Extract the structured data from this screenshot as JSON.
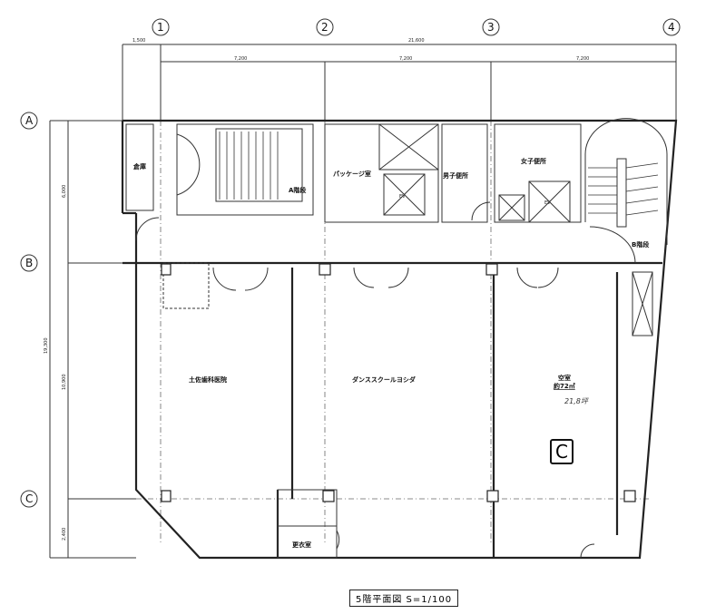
{
  "grid": {
    "columns": [
      "1",
      "2",
      "3",
      "4"
    ],
    "rows": [
      "A",
      "B",
      "C"
    ]
  },
  "dimensions": {
    "top_total": "21,600",
    "top_left": "1,500",
    "top_spans": [
      "7,200",
      "7,200",
      "7,200"
    ],
    "left_total": "19,300",
    "left_spans": [
      "6,000",
      "10,900",
      "2,400"
    ]
  },
  "rooms": {
    "storage": "倉庫",
    "stair_a": "A階段",
    "package": "パッケージ室",
    "mens_wc": "男子便所",
    "womens_wc": "女子便所",
    "stair_b": "B階段",
    "dental": "土佐歯科医院",
    "dance": "ダンススクールヨシダ",
    "vacant": "空室",
    "vacant_area": "約72㎡",
    "vacant_note": "21,8坪",
    "changing": "更衣室",
    "ev": "EV"
  },
  "stamp": "C",
  "title": "5階平面図 S=1/100"
}
